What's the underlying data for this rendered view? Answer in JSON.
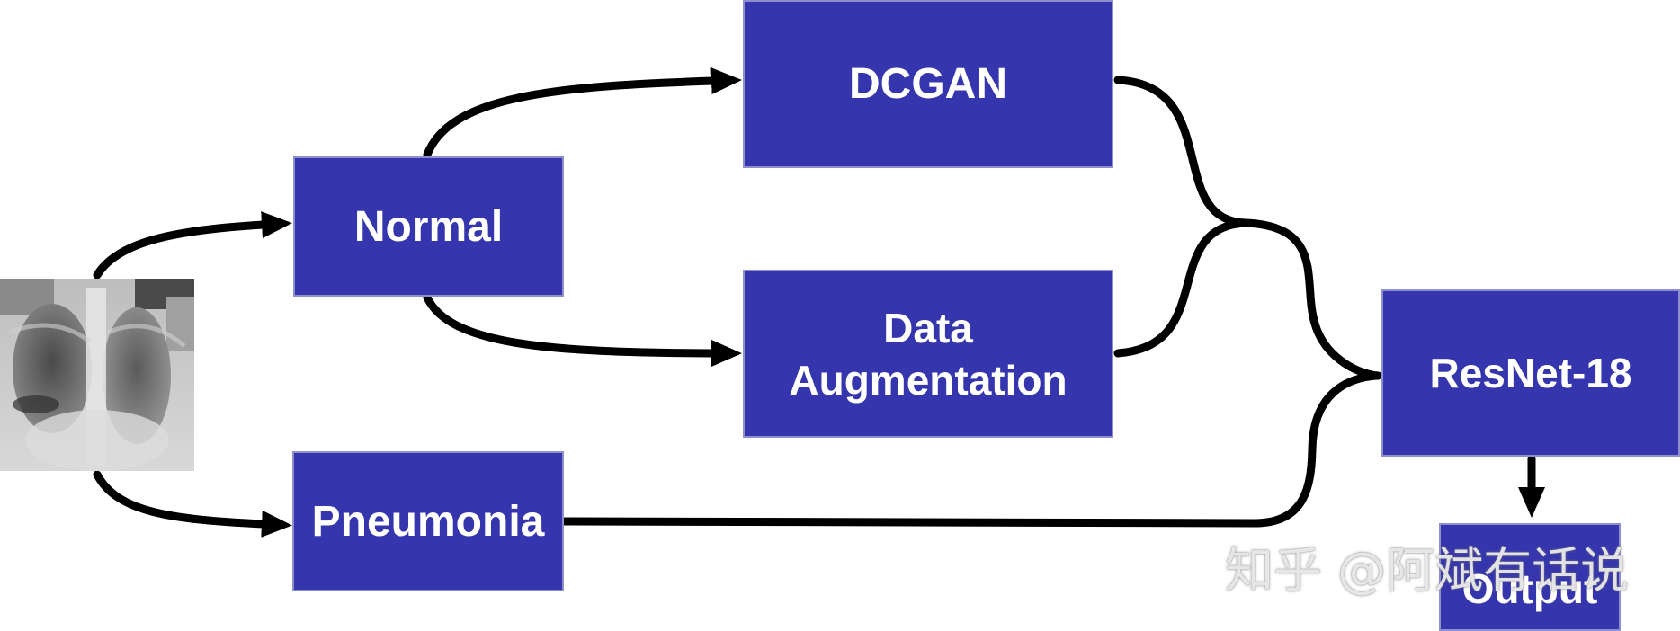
{
  "nodes": {
    "normal": "Normal",
    "pneumonia": "Pneumonia",
    "dcgan": "DCGAN",
    "augmentation_line1": "Data",
    "augmentation_line2": "Augmentation",
    "resnet": "ResNet-18",
    "output": "Output"
  },
  "input_image": {
    "icon": "chest-xray-image"
  },
  "watermark": "知乎 @阿斌有话说",
  "colors": {
    "box_fill": "#3535ae",
    "box_border": "#8d8fcf",
    "arrow": "#000000",
    "text": "#ffffff"
  }
}
